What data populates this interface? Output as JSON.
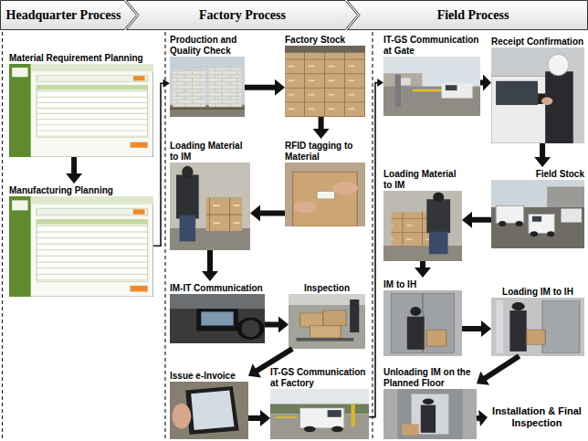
{
  "diagram": {
    "nodes": [
      {
        "text": [
          "Headquarter Process"
        ]
      },
      {
        "text": [
          "Factory Process"
        ]
      },
      {
        "text": [
          "Field Process"
        ]
      },
      {
        "text": [
          "Material Requirement Planning"
        ]
      },
      {
        "text": [
          "Manufacturing Planning"
        ]
      },
      {
        "text": [
          "Production and Quality Check"
        ]
      },
      {
        "text": [
          "Factory Stock"
        ]
      },
      {
        "text": [
          "Loading Material to IM"
        ]
      },
      {
        "text": [
          "RFID tagging to Material"
        ]
      },
      {
        "text": [
          "IM-IT Communication"
        ]
      },
      {
        "text": [
          "Inspection"
        ]
      },
      {
        "text": [
          "Issue e-Invoice"
        ]
      },
      {
        "text": [
          "IT-GS Communication at Factory"
        ]
      },
      {
        "text": [
          "IT-GS Communication at Gate"
        ]
      },
      {
        "text": [
          "Receipt Confirmation"
        ]
      },
      {
        "text": [
          "Field Stock"
        ]
      },
      {
        "text": [
          "Loading Material to IM"
        ]
      },
      {
        "text": [
          "IM to IH"
        ]
      },
      {
        "text": [
          "Loading IM to IH"
        ]
      },
      {
        "text": [
          "Unloading IM on the Planned Floor"
        ]
      },
      {
        "text": [
          "Installation & Final Inspection"
        ]
      }
    ],
    "edges": [
      {
        "from": 3,
        "to": 4,
        "arrow": "to"
      },
      {
        "from": 4,
        "to": 5,
        "arrow": "to"
      },
      {
        "from": 5,
        "to": 6,
        "arrow": "to"
      },
      {
        "from": 6,
        "to": 8,
        "arrow": "to"
      },
      {
        "from": 8,
        "to": 7,
        "arrow": "to"
      },
      {
        "from": 7,
        "to": 9,
        "arrow": "to"
      },
      {
        "from": 9,
        "to": 10,
        "arrow": "to"
      },
      {
        "from": 10,
        "to": 11,
        "arrow": "to"
      },
      {
        "from": 11,
        "to": 12,
        "arrow": "to"
      },
      {
        "from": 12,
        "to": 13,
        "arrow": "to"
      },
      {
        "from": 13,
        "to": 14,
        "arrow": "to"
      },
      {
        "from": 14,
        "to": 15,
        "arrow": "to"
      },
      {
        "from": 15,
        "to": 16,
        "arrow": "to"
      },
      {
        "from": 16,
        "to": 17,
        "arrow": "to"
      },
      {
        "from": 17,
        "to": 18,
        "arrow": "to"
      },
      {
        "from": 18,
        "to": 19,
        "arrow": "to"
      },
      {
        "from": 19,
        "to": 20,
        "arrow": "to"
      }
    ]
  }
}
